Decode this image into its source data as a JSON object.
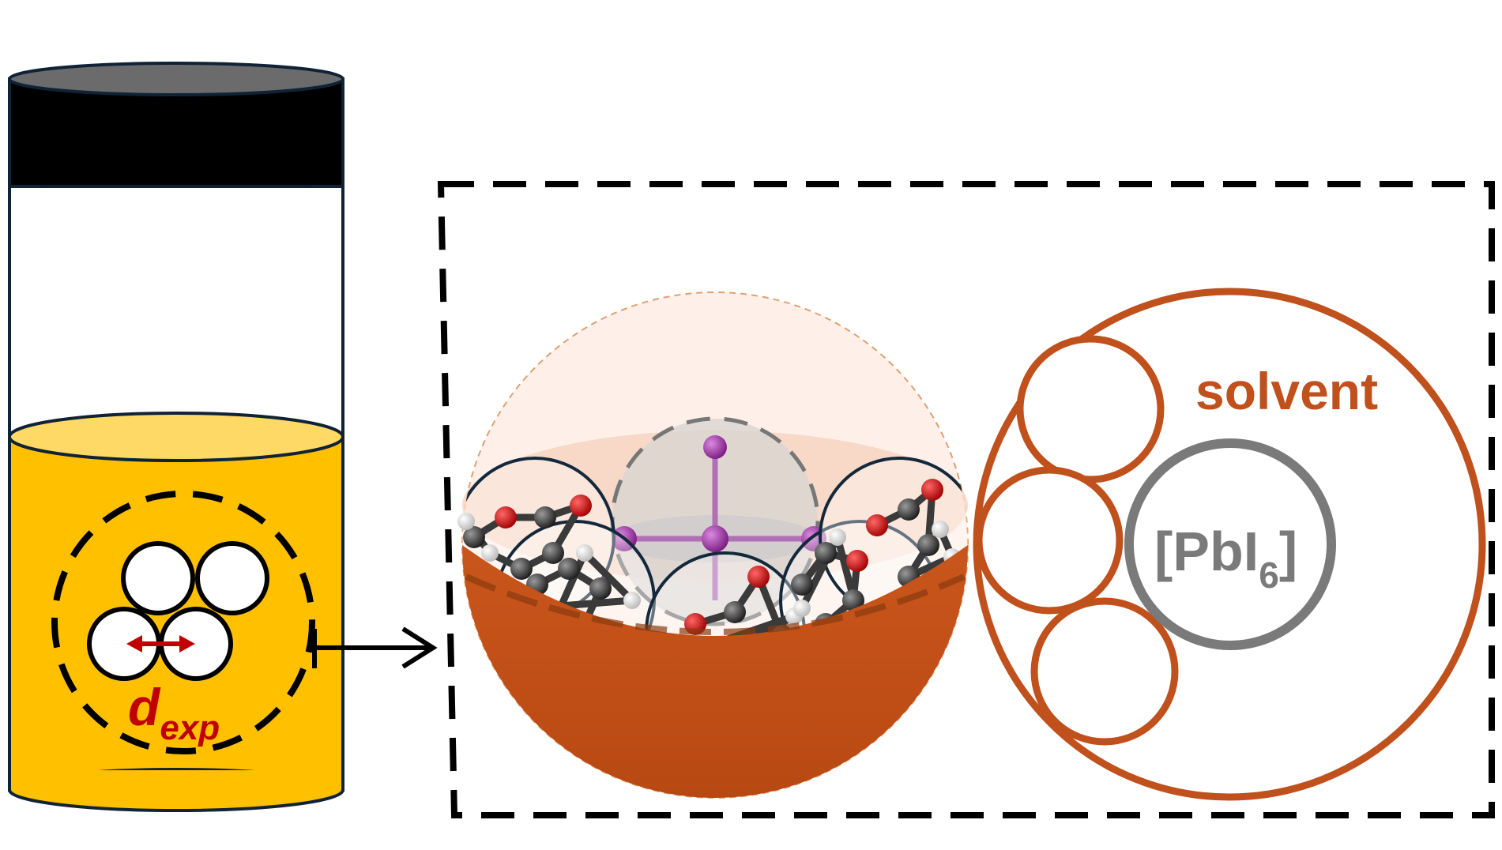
{
  "labels": {
    "d_main": "d",
    "d_sub": "exp",
    "solvent": "solvent",
    "complex_main": "[PbI",
    "complex_sub": "6",
    "complex_close": "]"
  },
  "colors": {
    "vial_outline": "#0f2236",
    "cap_top": "#6b6b6b",
    "cap_body": "#000000",
    "liquid": "#ffc000",
    "liquid_top": "#ffd966",
    "accent_red": "#c00000",
    "shell_orange": "#c0501c",
    "shell_light": "#f7d6c4",
    "complex_grey": "#7a7a7a",
    "iodine_purple": "#8e2a94",
    "carbon": "#2b2b2b",
    "oxygen": "#d40000",
    "hydrogen": "#ffffff",
    "circle_navy": "#14283c"
  },
  "icons": {
    "zoom_arrow": "right-arrow-icon",
    "distance_arrow": "double-headed-arrow-icon"
  }
}
